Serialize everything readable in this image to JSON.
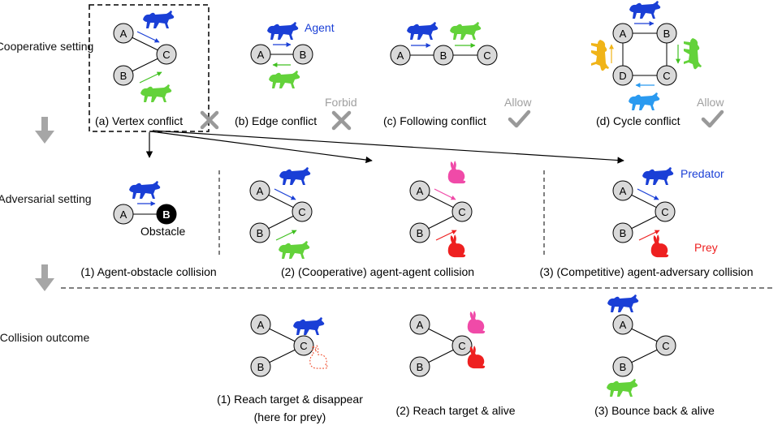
{
  "rows": {
    "cooperative": "Cooperative setting",
    "adversarial": "Adversarial setting",
    "outcome": "Collision outcome"
  },
  "cooperative": {
    "a": {
      "caption": "(a) Vertex conflict",
      "verdict_icon": "cross-icon"
    },
    "b": {
      "caption": "(b) Edge conflict",
      "verdict": "Forbid",
      "legend": "Agent",
      "verdict_icon": "cross-icon"
    },
    "c": {
      "caption": "(c) Following conflict",
      "verdict": "Allow",
      "verdict_icon": "check-icon"
    },
    "d": {
      "caption": "(d) Cycle conflict",
      "verdict": "Allow",
      "verdict_icon": "check-icon"
    }
  },
  "adversarial": {
    "obstacle_label": "Obstacle",
    "predator_label": "Predator",
    "prey_label": "Prey",
    "captions": [
      "(1) Agent-obstacle collision",
      "(2) (Cooperative) agent-agent collision",
      "(3) (Competitive) agent-adversary collision"
    ]
  },
  "outcome": {
    "captions": [
      "(1) Reach target & disappear",
      "(2) Reach target & alive",
      "(3) Bounce back & alive"
    ],
    "caption1_sub": "(here for prey)"
  },
  "nodes": {
    "A": "A",
    "B": "B",
    "C": "C",
    "D": "D"
  },
  "colors": {
    "blue": "#1a3fd6",
    "green": "#63d23a",
    "orange": "#f0b418",
    "light_blue": "#2a9af0",
    "pink": "#f04aa8",
    "red": "#ee2020",
    "node_fill": "#d9d9d9",
    "gray": "#999999"
  }
}
